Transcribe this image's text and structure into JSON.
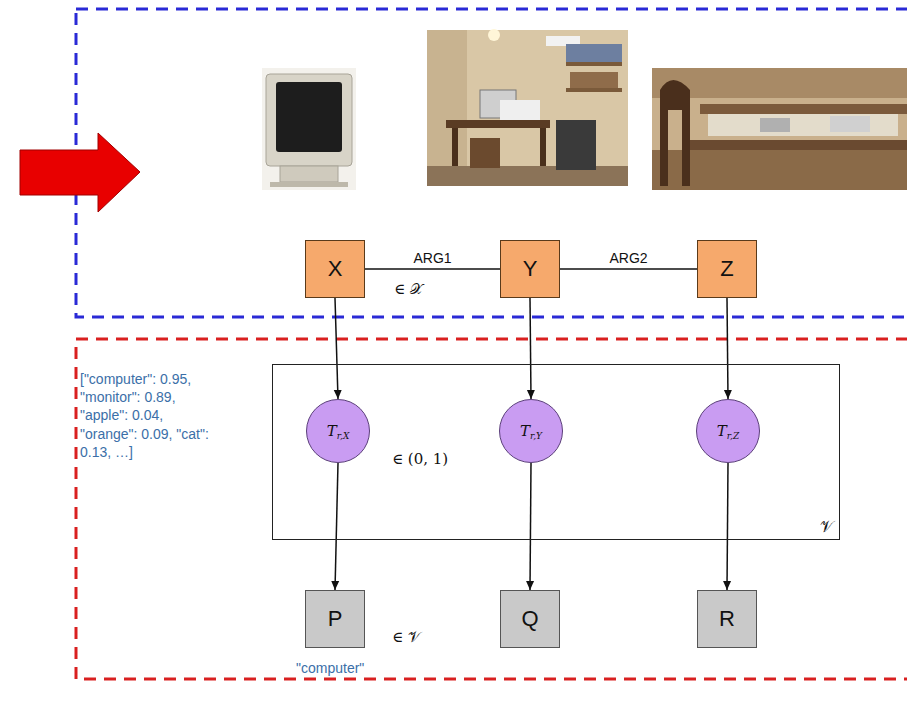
{
  "diagram": {
    "nodes": [
      {
        "text": [
          "X"
        ]
      },
      {
        "text": [
          "Y"
        ]
      },
      {
        "text": [
          "Z"
        ]
      },
      {
        "text": [
          "𝒱"
        ]
      },
      {
        "text": [
          "T",
          "r,X"
        ],
        "in": 3
      },
      {
        "text": [
          "T",
          "r,Y"
        ],
        "in": 3
      },
      {
        "text": [
          "T",
          "r,Z"
        ],
        "in": 3
      },
      {
        "text": [
          "P"
        ]
      },
      {
        "text": [
          "Q"
        ]
      },
      {
        "text": [
          "R"
        ]
      }
    ],
    "edges": [
      {
        "from": 0,
        "to": 1,
        "label": "ARG1",
        "arrow": "none"
      },
      {
        "from": 1,
        "to": 2,
        "label": "ARG2",
        "arrow": "none"
      },
      {
        "from": 0,
        "to": 4,
        "arrow": "to"
      },
      {
        "from": 1,
        "to": 5,
        "arrow": "to"
      },
      {
        "from": 2,
        "to": 6,
        "arrow": "to"
      },
      {
        "from": 4,
        "to": 7,
        "arrow": "to"
      },
      {
        "from": 5,
        "to": 8,
        "arrow": "to"
      },
      {
        "from": 6,
        "to": 9,
        "arrow": "to"
      }
    ],
    "labels": [
      "∈ 𝒳",
      "∈ (0, 1)",
      "∈ 𝒱",
      "\"computer\"",
      "[\"computer\": 0.95, \"monitor\": 0.89, \"apple\": 0.04, \"orange\": 0.09, \"cat\": 0.13, …]"
    ]
  }
}
